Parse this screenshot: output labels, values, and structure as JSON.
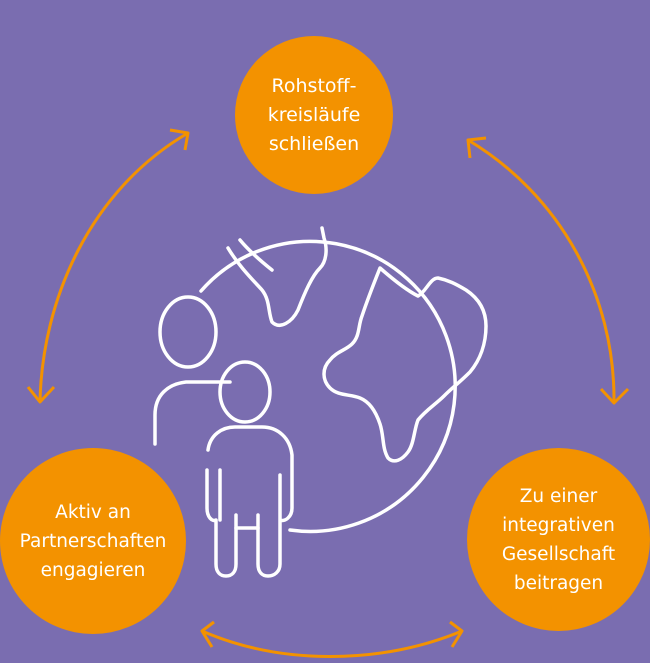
{
  "colors": {
    "background": "#7a6db0",
    "node_fill": "#f39200",
    "arrow": "#f39200",
    "icon_stroke": "#ffffff",
    "node_text": "#ffffff"
  },
  "icons": [
    "globe-icon",
    "people-icon"
  ],
  "nodes": {
    "top": {
      "lines": [
        "Rohstoff-",
        "kreisläufe",
        "schließen"
      ]
    },
    "left": {
      "lines": [
        "Aktiv an",
        "Partnerschaften",
        "engagieren"
      ]
    },
    "right": {
      "lines": [
        "Zu einer",
        "integrativen",
        "Gesellschaft",
        "beitragen"
      ]
    }
  }
}
